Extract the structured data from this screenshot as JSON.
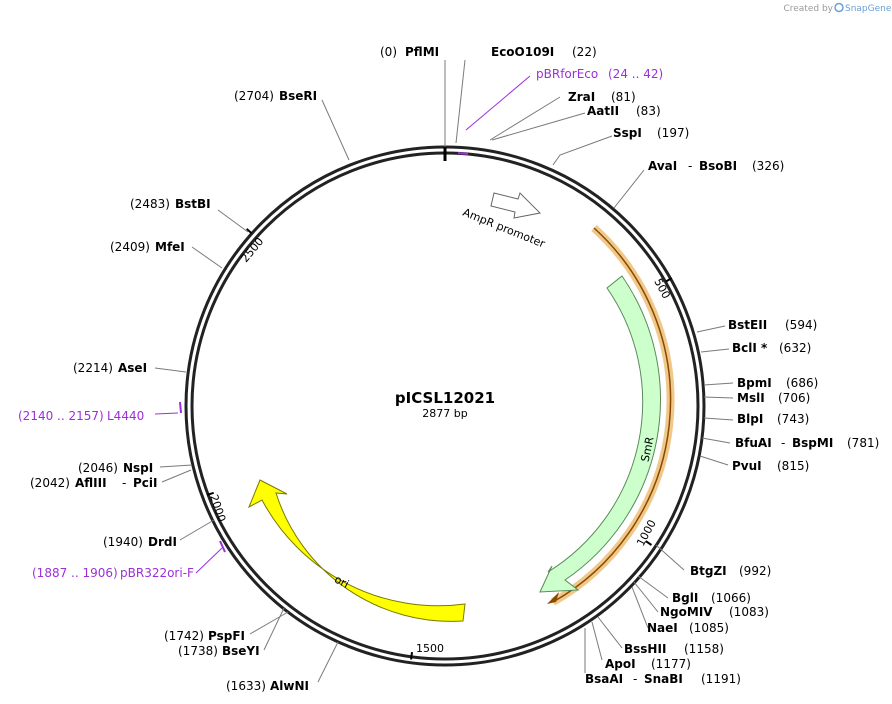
{
  "credit": "Created by",
  "brand": "SnapGene",
  "plasmid": {
    "name": "pICSL12021",
    "size": "2877 bp"
  },
  "ticks": [
    "500",
    "1000",
    "1500",
    "2000",
    "2500"
  ],
  "features": {
    "ampr_promoter": "AmpR promoter",
    "smr": "SmR",
    "ori": "ori"
  },
  "colors": {
    "smr_fill": "#ccffcc",
    "ori_fill": "#ffff00",
    "primer": "#9b30d9",
    "orf": "#f0c88a"
  },
  "sites": {
    "pfmi": {
      "pos": "(0)",
      "name": "PflMI"
    },
    "eco109": {
      "name": "EcoO109I",
      "pos": "(22)"
    },
    "zrai": {
      "name": "ZraI",
      "pos": "(81)"
    },
    "aatii": {
      "name": "AatII",
      "pos": "(83)"
    },
    "sspi": {
      "name": "SspI",
      "pos": "(197)"
    },
    "avai": {
      "name": "AvaI",
      "sep": "-",
      "name2": "BsoBI",
      "pos": "(326)"
    },
    "bsteii": {
      "name": "BstEII",
      "pos": "(594)"
    },
    "bcli": {
      "name": "BclI *",
      "pos": "(632)"
    },
    "bpmi": {
      "name": "BpmI",
      "pos": "(686)"
    },
    "msli": {
      "name": "MslI",
      "pos": "(706)"
    },
    "blpi": {
      "name": "BlpI",
      "pos": "(743)"
    },
    "bfuai": {
      "name": "BfuAI",
      "sep": "-",
      "name2": "BspMI",
      "pos": "(781)"
    },
    "pvui": {
      "name": "PvuI",
      "pos": "(815)"
    },
    "btgzi": {
      "name": "BtgZI",
      "pos": "(992)"
    },
    "bgli": {
      "name": "BglI",
      "pos": "(1066)"
    },
    "ngomiv": {
      "name": "NgoMIV",
      "pos": "(1083)"
    },
    "naei": {
      "name": "NaeI",
      "pos": "(1085)"
    },
    "bsshii": {
      "name": "BssHII",
      "pos": "(1158)"
    },
    "apoi": {
      "name": "ApoI",
      "pos": "(1177)"
    },
    "bsaai": {
      "name": "BsaAI",
      "sep": "-",
      "name2": "SnaBI",
      "pos": "(1191)"
    },
    "alwni": {
      "pos": "(1633)",
      "name": "AlwNI"
    },
    "pspfi": {
      "pos": "(1742)",
      "name": "PspFI"
    },
    "bseyi": {
      "pos": "(1738)",
      "name": "BseYI"
    },
    "drdi": {
      "pos": "(1940)",
      "name": "DrdI"
    },
    "nspi": {
      "pos": "(2046)",
      "name": "NspI"
    },
    "afliii": {
      "pos": "(2042)",
      "name": "AflIII",
      "sep": "-",
      "name2": "PciI"
    },
    "asei": {
      "pos": "(2214)",
      "name": "AseI"
    },
    "mfei": {
      "pos": "(2409)",
      "name": "MfeI"
    },
    "bstbi": {
      "pos": "(2483)",
      "name": "BstBI"
    },
    "bseri": {
      "pos": "(2704)",
      "name": "BseRI"
    }
  },
  "primers": {
    "pbrfor": {
      "name": "pBRforEco",
      "range": "(24 .. 42)"
    },
    "l4440": {
      "range": "(2140 .. 2157)",
      "name": "L4440"
    },
    "pbr322": {
      "range": "(1887 .. 1906)",
      "name": "pBR322ori-F"
    }
  }
}
